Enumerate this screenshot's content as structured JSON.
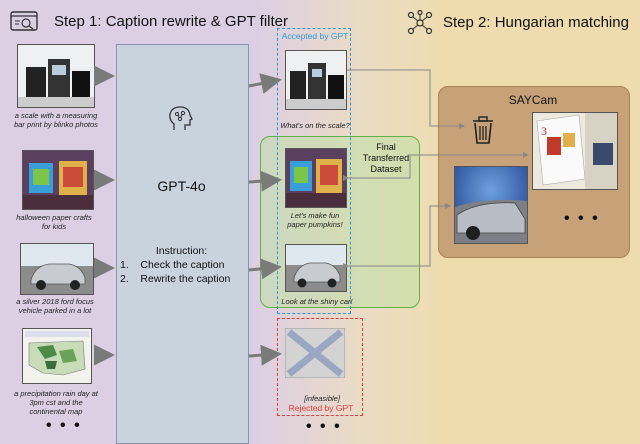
{
  "step1": {
    "title": "Step 1: Caption rewrite  & GPT filter"
  },
  "step2": {
    "title": "Step 2: Hungarian matching"
  },
  "gpt": {
    "name": "GPT-4o",
    "instruction_title": "Instruction:",
    "items": [
      "1.    Check the caption",
      "2.    Rewrite the caption"
    ]
  },
  "inputs": {
    "captions": [
      "a scale with a measuring bar print by blinko photos",
      "halloween paper crafts for kids",
      "a silver 2018 ford focus vehicle parked in a lot",
      "a precipitation rain day at 3pm cst and the continental map"
    ],
    "ellipsis": "• • •"
  },
  "outputs": {
    "accepted_label": "Accepted by GPT",
    "rejected_label": "Rejected by GPT",
    "captions": [
      "What's on the scale?",
      "Let's make fun paper pumpkins!",
      "Look at the shiny car!",
      "[infeasible]"
    ],
    "ellipsis": "• • •"
  },
  "final": {
    "label": "Final Transferred Dataset"
  },
  "saycam": {
    "title": "SAYCam",
    "ellipsis": "• • •"
  },
  "colors": {
    "accepted": "#2b9ad8",
    "rejected": "#e03b3b",
    "final": "#5fb247",
    "saycam": "#c7a177",
    "gpt_box": "#c9d3de"
  }
}
